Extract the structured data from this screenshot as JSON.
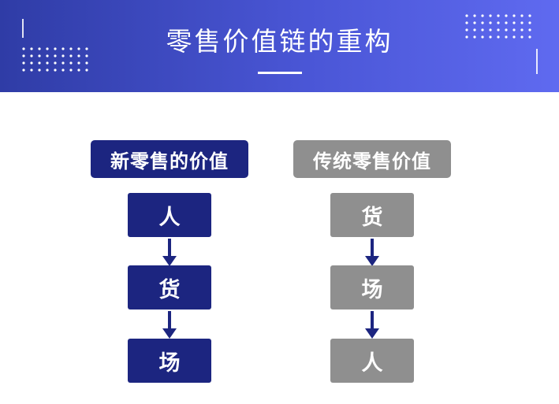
{
  "banner": {
    "title": "零售价值链的重构"
  },
  "colors": {
    "new_accent": "#1c2580",
    "traditional_accent": "#8f8f8f",
    "banner_start": "#2f3ca6",
    "banner_end": "#5f6af0"
  },
  "new_retail": {
    "heading": "新零售的价值",
    "nodes": [
      "人",
      "货",
      "场"
    ]
  },
  "traditional_retail": {
    "heading": "传统零售价值",
    "nodes": [
      "货",
      "场",
      "人"
    ]
  }
}
